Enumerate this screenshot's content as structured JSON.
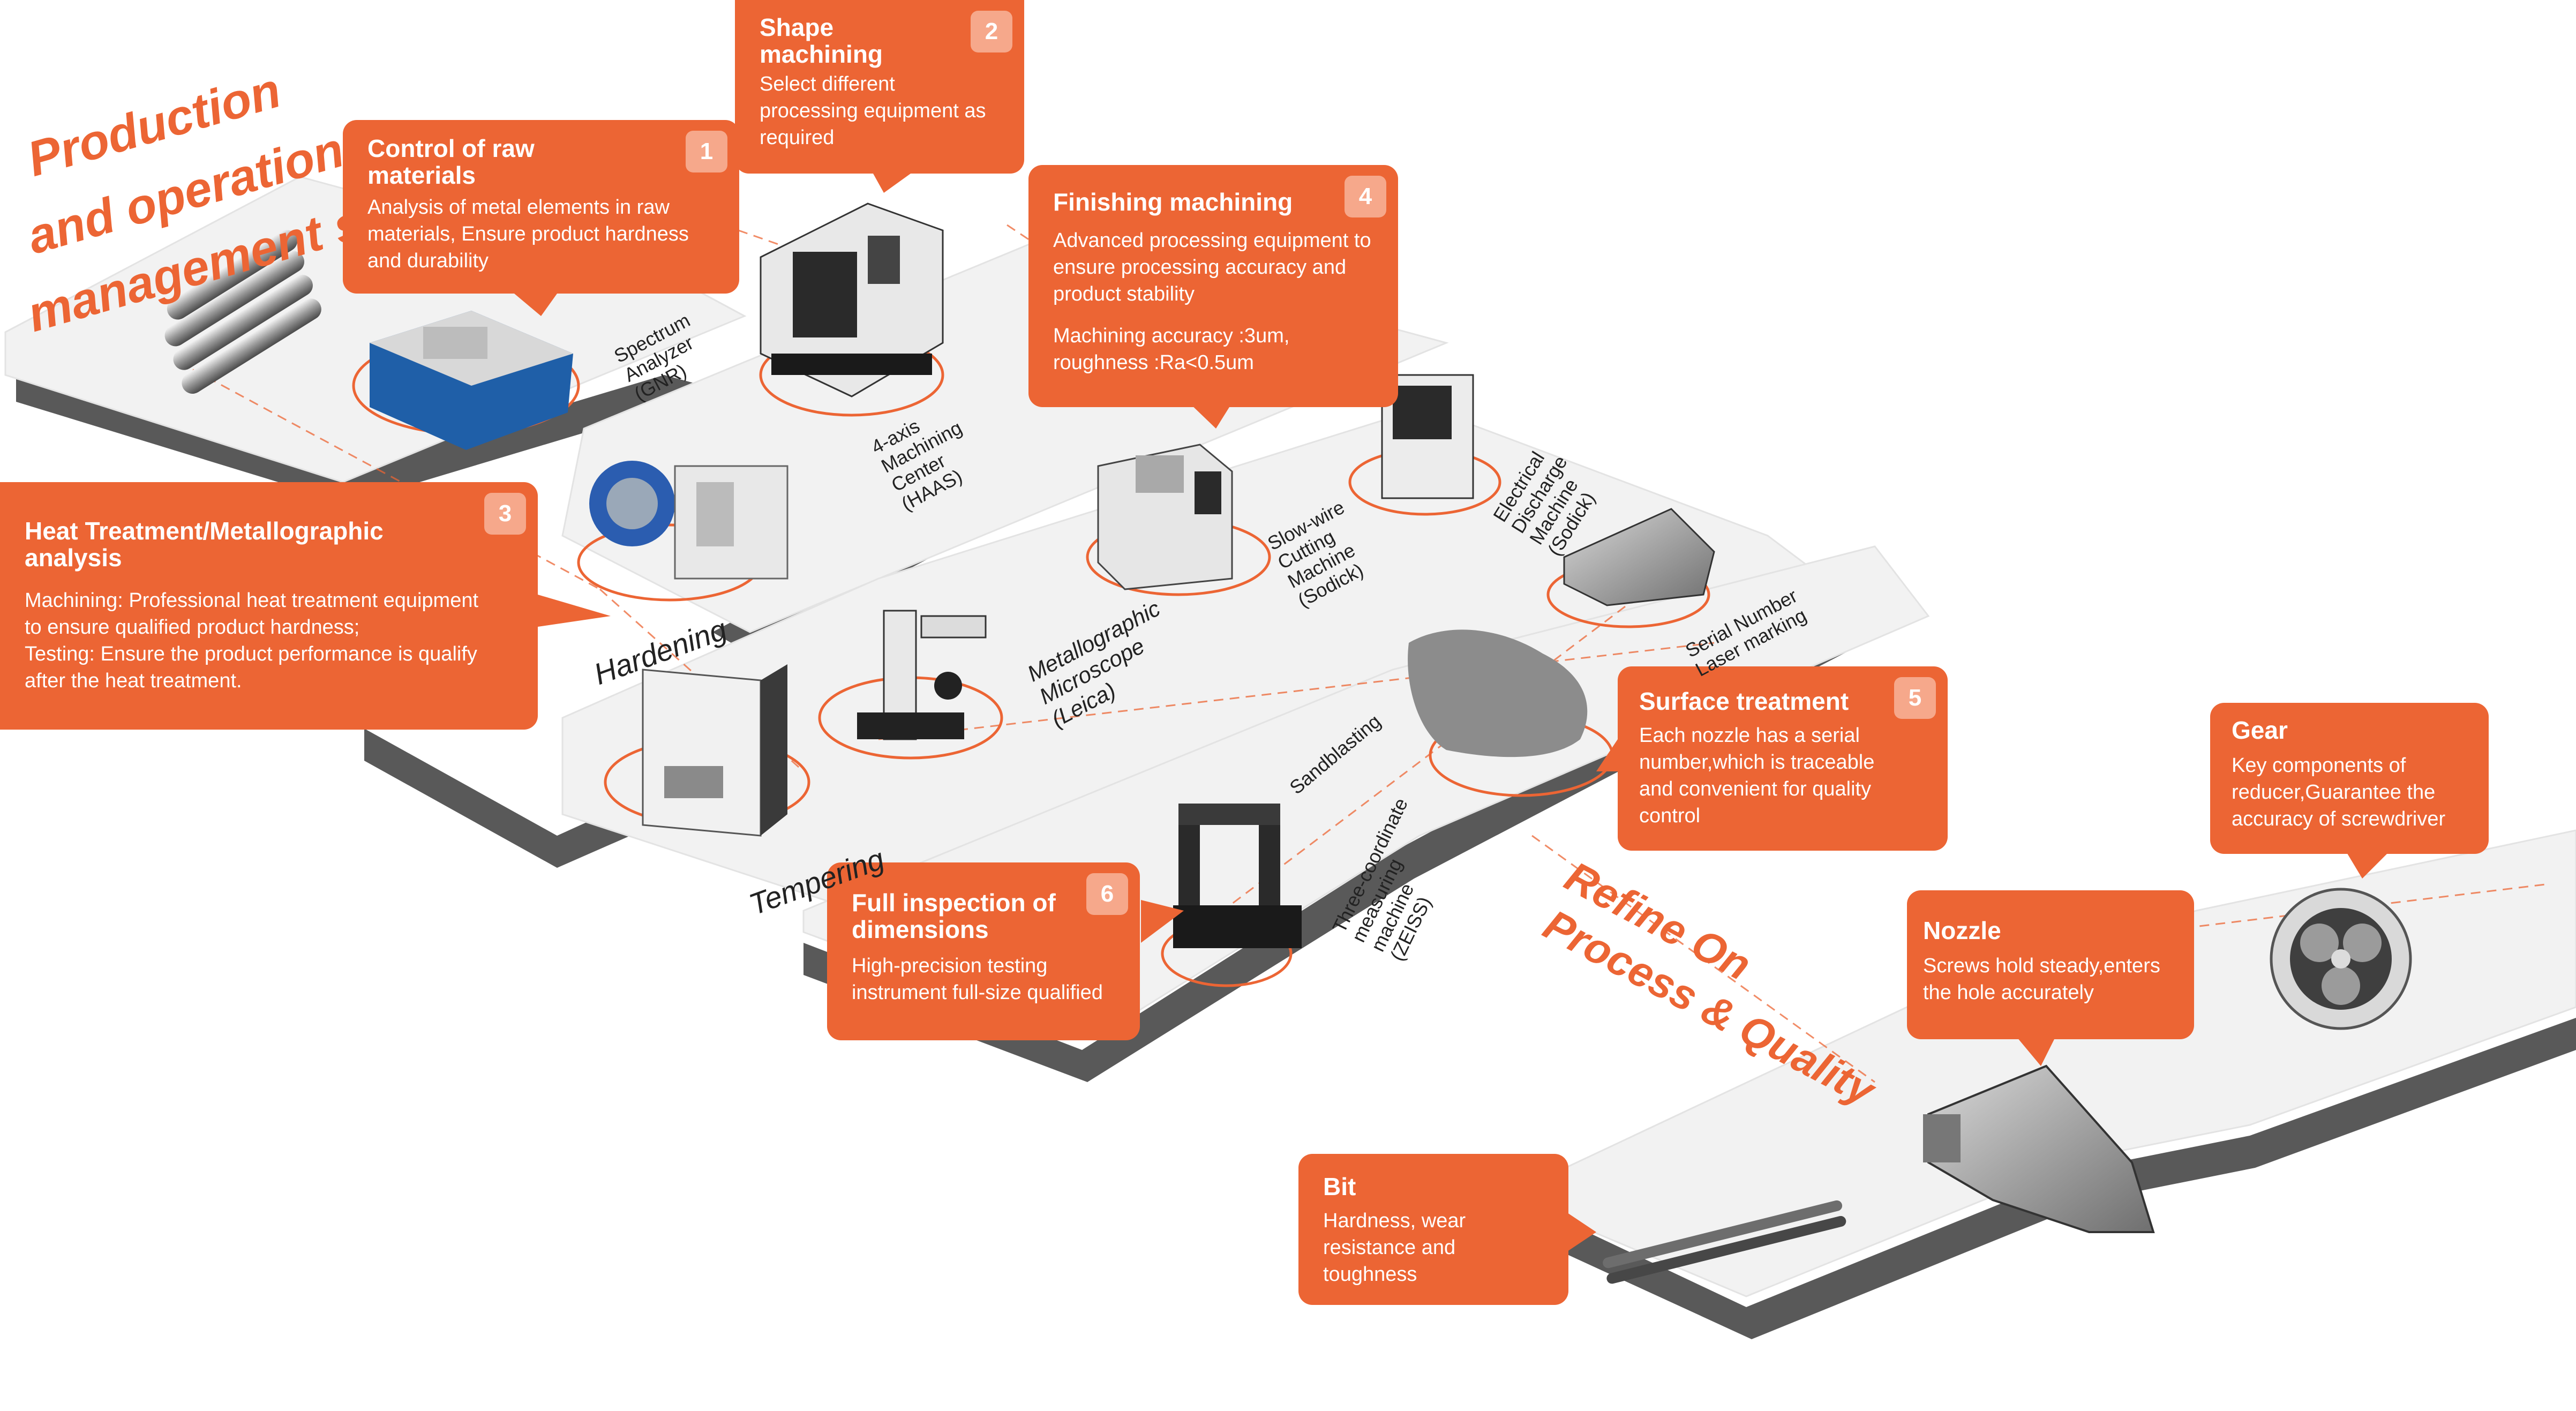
{
  "headline": {
    "line1": "Production",
    "line2": "and operation",
    "line3": "management system"
  },
  "refine": {
    "line1": "Refine On",
    "line2": "Process & Quality"
  },
  "steps": {
    "raw": {
      "number": "1",
      "title": "Control of raw\nmaterials",
      "body": "Analysis of metal elements in raw\nmaterials, Ensure product hardness\nand durability"
    },
    "shape": {
      "number": "2",
      "title": "Shape\nmachining",
      "body": "Select different\nprocessing equipment as\nrequired"
    },
    "heat": {
      "number": "3",
      "title": "Heat Treatment/Metallographic\nanalysis",
      "body": "Machining: Professional heat treatment equipment\nto ensure qualified product hardness;\nTesting: Ensure the product performance is qualify\nafter the heat treatment."
    },
    "finish": {
      "number": "4",
      "title": "Finishing machining",
      "body": "Advanced processing equipment to\nensure processing accuracy and\nproduct stability",
      "body2": "Machining accuracy :3um,\nroughness :Ra<0.5um"
    },
    "surface": {
      "number": "5",
      "title": "Surface treatment",
      "body": "Each nozzle has a serial\nnumber,which is traceable\nand convenient for quality\ncontrol"
    },
    "inspect": {
      "number": "6",
      "title": "Full inspection of\ndimensions",
      "body": "High-precision testing\ninstrument full-size qualified"
    }
  },
  "products": {
    "gear": {
      "title": "Gear",
      "body": "Key components of\nreducer,Guarantee the\naccuracy of screwdriver"
    },
    "nozzle": {
      "title": "Nozzle",
      "body": "Screws hold steady,enters\nthe hole accurately"
    },
    "bit": {
      "title": "Bit",
      "body": "Hardness, wear\nresistance and\ntoughness"
    }
  },
  "machines": {
    "spectrum": "Spectrum\nAnalyzer\n(GNR)",
    "haas": "4-axis\nMachining\nCenter\n(HAAS)",
    "slowwire": "Slow-wire\nCutting\nMachine\n(Sodick)",
    "edm": "Electrical\nDischarge\nMachine\n(Sodick)",
    "laser": "Serial Number\nLaser marking",
    "micro": "Metallographic\nMicroscope\n(Leica)",
    "sand": "Sandblasting",
    "cmm": "Three-coordinate\nmeasuring\nmachine\n(ZEISS)"
  },
  "processes": {
    "hardening": "Hardening",
    "tempering": "Tempering"
  },
  "colors": {
    "accent": "#ec6534",
    "badge": "#f6a88b",
    "track": "#595959",
    "platform": "#f2f2f2"
  }
}
